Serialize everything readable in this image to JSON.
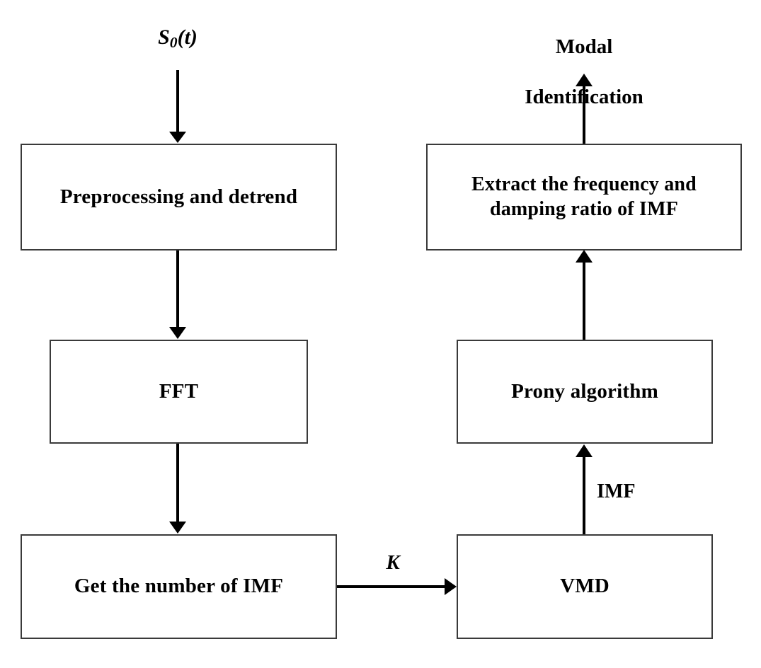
{
  "diagram": {
    "title": "VMD-Prony modal identification flowchart",
    "colors": {
      "background": "#ffffff",
      "box_border": "#3a3a3a",
      "arrow": "#000000",
      "text": "#000000"
    },
    "input_label": {
      "symbol": "S",
      "subscript": "0",
      "argument": "(t)",
      "full_text": "S0(t)"
    },
    "output_label": {
      "line1": "Modal",
      "line2": "Identification",
      "full_text": "Modal Identification"
    },
    "nodes": [
      {
        "id": "preprocessing",
        "label": "Preprocessing and detrend",
        "column": "left",
        "order": 1
      },
      {
        "id": "fft",
        "label": "FFT",
        "column": "left",
        "order": 2
      },
      {
        "id": "get-number-of-imf",
        "label": "Get the number of  IMF",
        "column": "left",
        "order": 3
      },
      {
        "id": "vmd",
        "label": "VMD",
        "column": "right",
        "order": 1
      },
      {
        "id": "prony",
        "label": "Prony algorithm",
        "column": "right",
        "order": 2
      },
      {
        "id": "extract",
        "label": "Extract the frequency and\ndamping ratio of IMF",
        "line1": "Extract the frequency and",
        "line2": "damping ratio of IMF",
        "column": "right",
        "order": 3
      }
    ],
    "edges": [
      {
        "id": "input-to-preprocessing",
        "from": "S0(t)",
        "to": "preprocessing",
        "label": "",
        "direction": "down"
      },
      {
        "id": "preprocessing-to-fft",
        "from": "preprocessing",
        "to": "fft",
        "label": "",
        "direction": "down"
      },
      {
        "id": "fft-to-getnumber",
        "from": "fft",
        "to": "get-number-of-imf",
        "label": "",
        "direction": "down"
      },
      {
        "id": "getnumber-to-vmd",
        "from": "get-number-of-imf",
        "to": "vmd",
        "label": "K",
        "direction": "right"
      },
      {
        "id": "vmd-to-prony",
        "from": "vmd",
        "to": "prony",
        "label": "IMF",
        "direction": "up"
      },
      {
        "id": "prony-to-extract",
        "from": "prony",
        "to": "extract",
        "label": "",
        "direction": "up"
      },
      {
        "id": "extract-to-output",
        "from": "extract",
        "to": "Modal Identification",
        "label": "",
        "direction": "up"
      }
    ],
    "edge_labels": {
      "k": "K",
      "imf": "IMF"
    }
  }
}
